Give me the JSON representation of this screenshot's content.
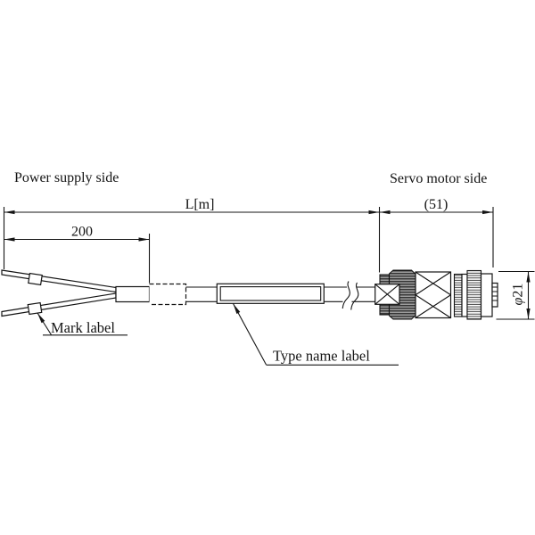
{
  "drawing_labels": {
    "power_side": "Power supply side",
    "servo_side": "Servo motor side",
    "overall_length": "L[m]",
    "lead_length": "200",
    "connector_length": "(51)",
    "diameter_symbol": "φ",
    "diameter_value": "21",
    "mark_label": "Mark label",
    "type_name_label": "Type name label"
  },
  "colors": {
    "line": "#141414",
    "knurl_fill": "#9c9c9c",
    "background": "#ffffff"
  }
}
